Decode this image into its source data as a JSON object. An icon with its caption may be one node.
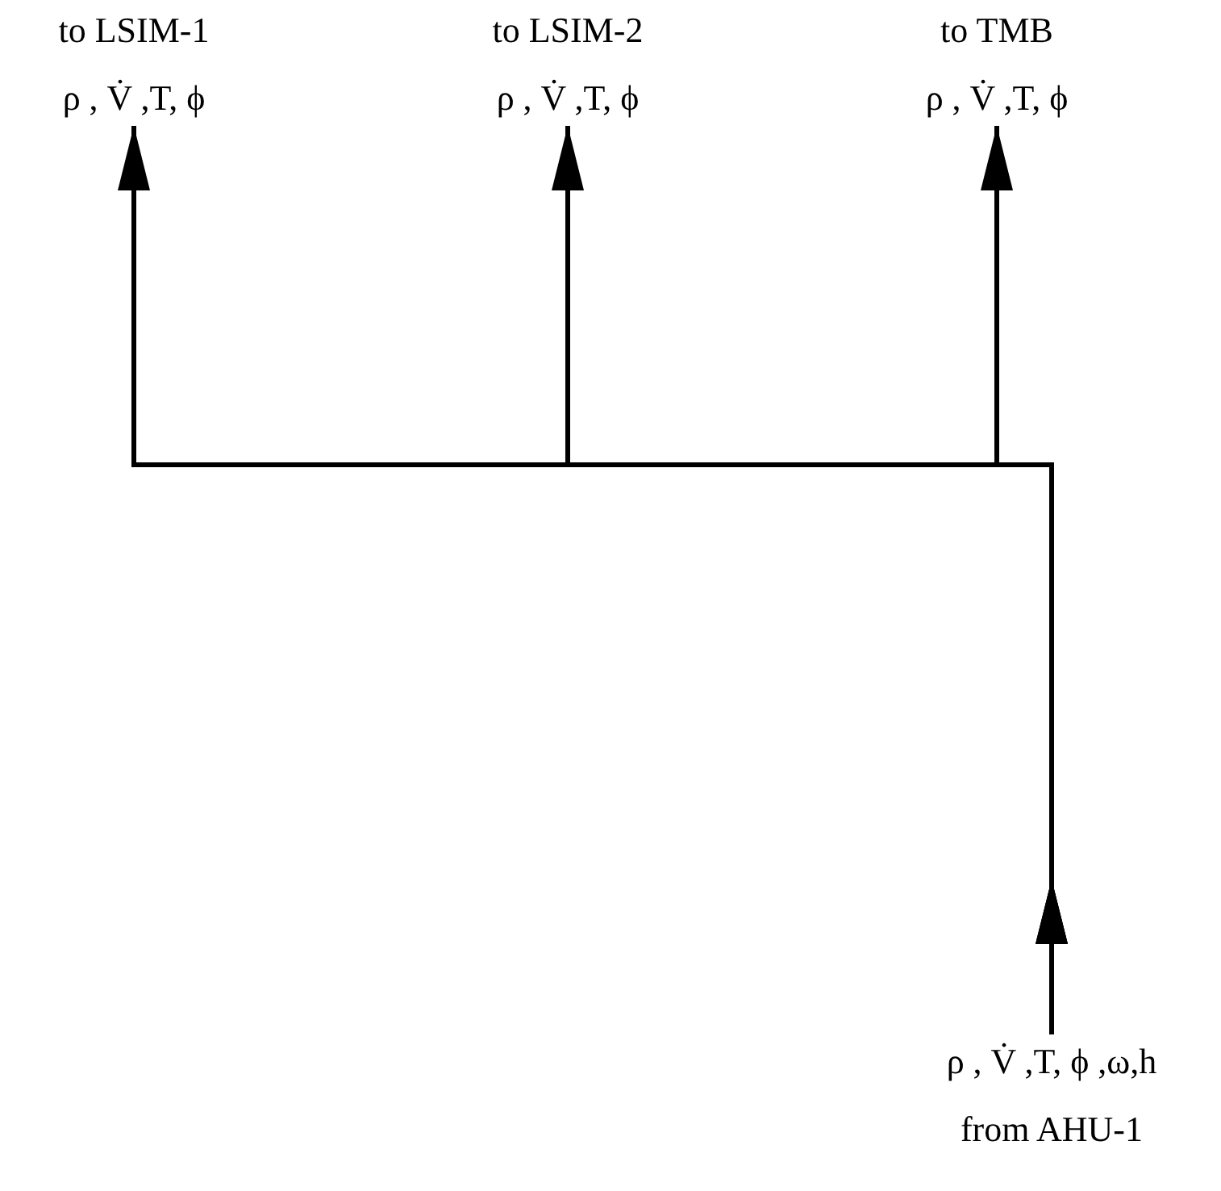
{
  "diagram": {
    "nodes": [
      {
        "text": [
          "to LSIM-1",
          "ρ , V̇ ,T, ϕ"
        ]
      },
      {
        "text": [
          "to LSIM-2",
          "ρ , V̇ ,T, ϕ"
        ]
      },
      {
        "text": [
          "to TMB",
          "ρ , V̇ ,T, ϕ"
        ]
      },
      {
        "text": [
          "ρ , V̇ ,T, ϕ ,ω,h",
          "from AHU-1"
        ]
      }
    ],
    "edges": [
      {
        "from": 3,
        "to": 0,
        "arrow": "to"
      },
      {
        "from": 3,
        "to": 1,
        "arrow": "to"
      },
      {
        "from": 3,
        "to": 2,
        "arrow": "to"
      }
    ]
  }
}
